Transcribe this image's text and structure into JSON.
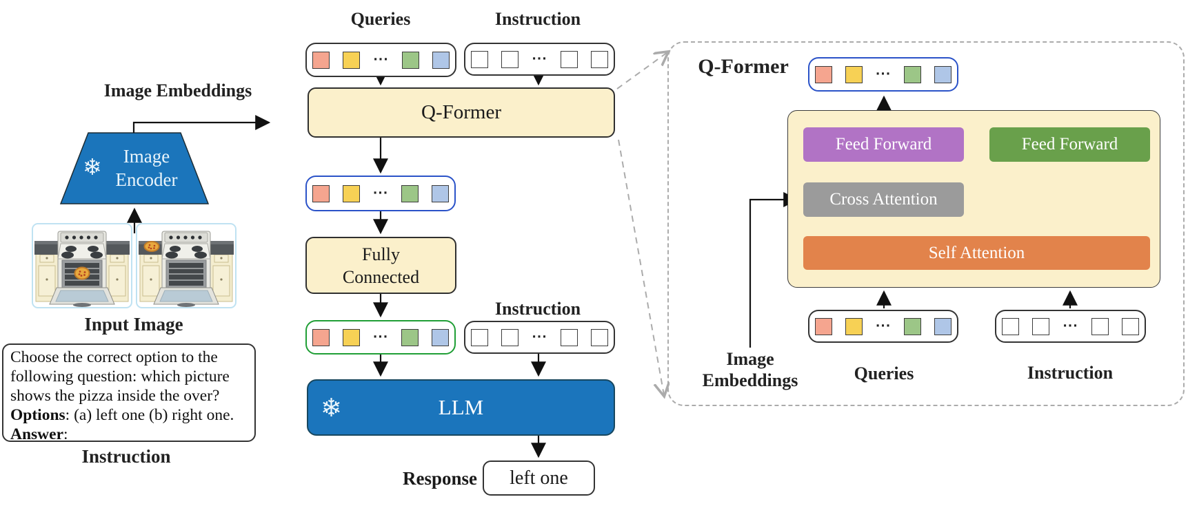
{
  "dots": "···",
  "icons": {
    "snowflake": "❄"
  },
  "colors": {
    "box_fill": "#FBF0CB",
    "blue_fill": "#1B75BC",
    "blue_container_border": "#2A52C8",
    "green_container_border": "#1F9E35",
    "purple_block": "#B173C5",
    "green_block": "#69A04B",
    "gray_block": "#9B9B9B",
    "orange_block": "#E2834B",
    "dashed_border": "#ABABAB",
    "query_tokens": [
      "#F5A58F",
      "#F7D155",
      "#9CC687",
      "#AFC6E7"
    ],
    "instruction_tokens": [
      "#FFFFFF",
      "#FFFFFF",
      "#FFFFFF",
      "#FFFFFF"
    ]
  },
  "left": {
    "image_embeddings_label": "Image Embeddings",
    "image_encoder": {
      "line1": "Image",
      "line2": "Encoder"
    },
    "input_image_label": "Input Image",
    "instruction_text": {
      "line1": "Choose the correct option to the",
      "line2": "following question: which picture",
      "line3": "shows the pizza inside the over?",
      "options_label": "Options",
      "options_rest": ": (a) left one (b) right one.",
      "answer_label": "Answer",
      "answer_rest": ":"
    },
    "instruction_label": "Instruction"
  },
  "middle": {
    "queries_label": "Queries",
    "instruction_label_top": "Instruction",
    "qformer_label": "Q-Former",
    "fully_connected": {
      "line1": "Fully",
      "line2": "Connected"
    },
    "instruction_label_bottom": "Instruction",
    "llm_label": "LLM",
    "response_label": "Response",
    "response_value": "left one"
  },
  "right": {
    "title": "Q-Former",
    "feed_forward_left": "Feed Forward",
    "feed_forward_right": "Feed Forward",
    "cross_attention": "Cross Attention",
    "self_attention": "Self Attention",
    "image_embeddings_label": {
      "line1": "Image",
      "line2": "Embeddings"
    },
    "queries_label": "Queries",
    "instruction_label": "Instruction"
  }
}
